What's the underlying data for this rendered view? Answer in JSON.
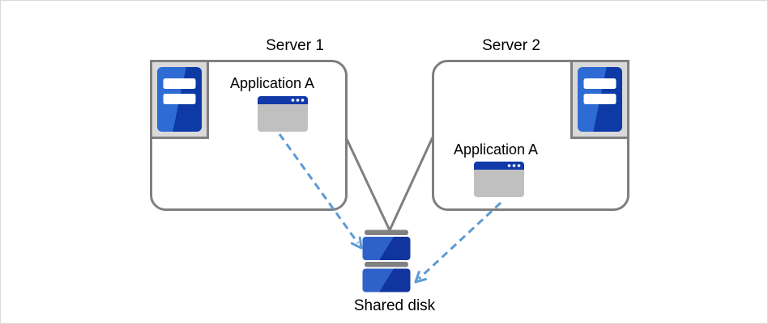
{
  "nodes": {
    "server1": {
      "title": "Server 1",
      "app_label": "Application A"
    },
    "server2": {
      "title": "Server 2",
      "app_label": "Application A"
    },
    "shared_disk": {
      "label": "Shared disk"
    }
  },
  "icons": {
    "server1_icon": "server-tower-icon",
    "server2_icon": "server-tower-icon",
    "app1_icon": "app-window-icon",
    "app2_icon": "app-window-icon",
    "shared_disk_icon": "disk-stack-icon"
  },
  "colors": {
    "canvas_border": "#d9d9d9",
    "box_border": "#7f7f7f",
    "connector_gray": "#7f7f7f",
    "arrow_blue": "#5b9bd5",
    "icon_frame_fill": "#d9d9d9",
    "icon_frame_border": "#7f7f7f",
    "tower_blue_light": "#2e6bd4",
    "tower_blue_dark": "#0d3aa5",
    "titlebar_blue": "#1239a8",
    "window_body_gray": "#c0c0c0",
    "disk_blue_light": "#2f62c9",
    "disk_blue_dark": "#10359f",
    "disk_bar_gray": "#808080",
    "text_color": "#000000"
  }
}
